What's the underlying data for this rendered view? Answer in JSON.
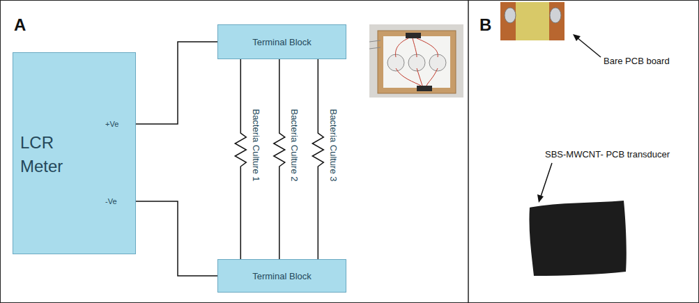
{
  "diagram": {
    "nodes": [
      {
        "text": [
          "LCR Meter",
          "+Ve",
          "-Ve"
        ]
      },
      {
        "text": [
          "Terminal Block"
        ]
      },
      {
        "text": [
          "Terminal Block"
        ]
      }
    ],
    "edges": [
      {
        "from": 0,
        "to": 1,
        "arrow": "none"
      },
      {
        "from": 0,
        "to": 2,
        "arrow": "none"
      },
      {
        "from": 1,
        "to": 2,
        "label": "Bacteria Culture 1",
        "arrow": "none"
      },
      {
        "from": 1,
        "to": 2,
        "label": "Bacteria Culture 2",
        "arrow": "none"
      },
      {
        "from": 1,
        "to": 2,
        "label": "Bacteria Culture 3",
        "arrow": "none"
      }
    ],
    "labels": [
      "A",
      "B",
      "Bare PCB board",
      "SBS-MWCNT- PCB transducer"
    ]
  }
}
